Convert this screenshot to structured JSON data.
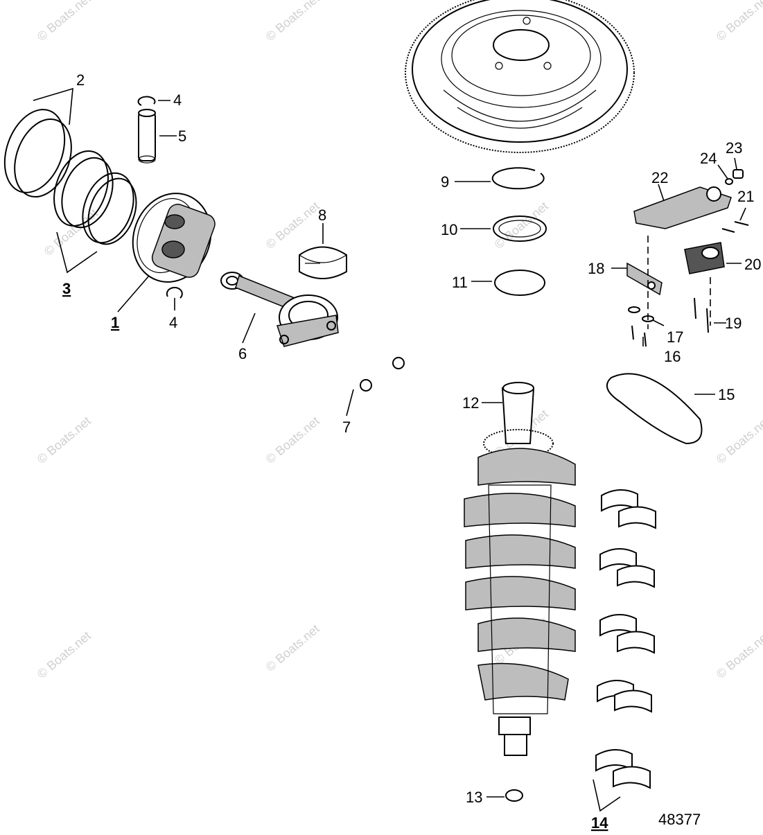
{
  "figure_number": "48377",
  "watermark_text": "© Boats.net",
  "callouts": [
    {
      "id": "1",
      "text": "1",
      "bold": true
    },
    {
      "id": "2",
      "text": "2"
    },
    {
      "id": "3",
      "text": "3",
      "bold": true
    },
    {
      "id": "4a",
      "text": "4"
    },
    {
      "id": "4b",
      "text": "4"
    },
    {
      "id": "5",
      "text": "5"
    },
    {
      "id": "6",
      "text": "6"
    },
    {
      "id": "7",
      "text": "7"
    },
    {
      "id": "8",
      "text": "8"
    },
    {
      "id": "9",
      "text": "9"
    },
    {
      "id": "10",
      "text": "10"
    },
    {
      "id": "11",
      "text": "11"
    },
    {
      "id": "12",
      "text": "12"
    },
    {
      "id": "13",
      "text": "13"
    },
    {
      "id": "14",
      "text": "14",
      "bold": true
    },
    {
      "id": "15",
      "text": "15"
    },
    {
      "id": "16",
      "text": "16"
    },
    {
      "id": "17",
      "text": "17"
    },
    {
      "id": "18",
      "text": "18"
    },
    {
      "id": "19",
      "text": "19"
    },
    {
      "id": "20",
      "text": "20"
    },
    {
      "id": "21",
      "text": "21"
    },
    {
      "id": "22",
      "text": "22"
    },
    {
      "id": "23",
      "text": "23"
    },
    {
      "id": "24",
      "text": "24"
    }
  ]
}
